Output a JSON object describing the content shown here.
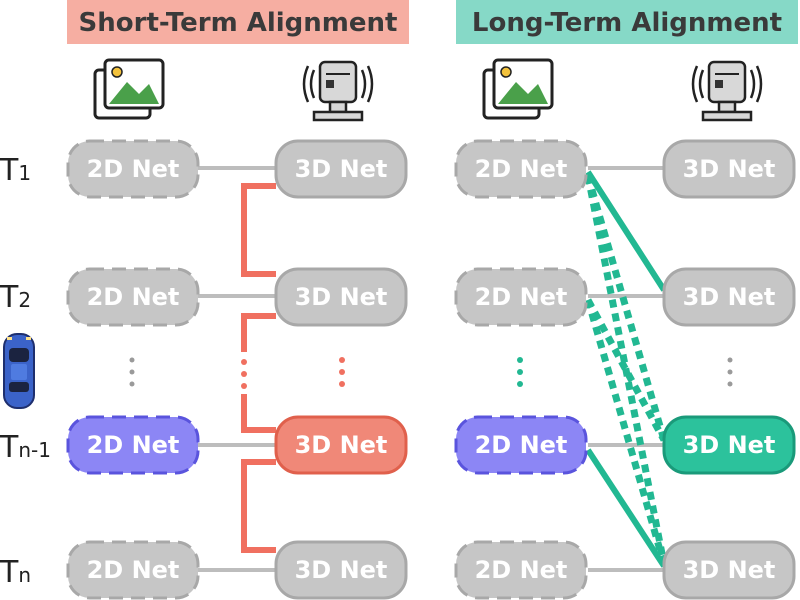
{
  "panels": {
    "short_term": {
      "title": "Short-Term Alignment",
      "title_bg": "#f6aea2",
      "accent": "#f07060"
    },
    "long_term": {
      "title": "Long-Term Alignment",
      "title_bg": "#86d9c7",
      "accent": "#22b892"
    }
  },
  "node_labels": {
    "net_2d": "2D Net",
    "net_3d": "3D Net"
  },
  "timesteps": [
    {
      "base": "T",
      "sub": "1"
    },
    {
      "base": "T",
      "sub": "2"
    },
    {
      "base": "T",
      "sub": "n-1"
    },
    {
      "base": "T",
      "sub": "n"
    }
  ],
  "colors": {
    "inactive_node": "#c6c6c6",
    "inactive_border": "#a8a8a8",
    "active_2d": "#8c86f5",
    "active_2d_border": "#5a54dd",
    "link_gray": "#bdbdbd",
    "ellipsis_gray": "#9a9a9a"
  },
  "icons": {
    "image": "image-icon",
    "lidar": "lidar-sensor-icon",
    "car": "car-icon"
  }
}
